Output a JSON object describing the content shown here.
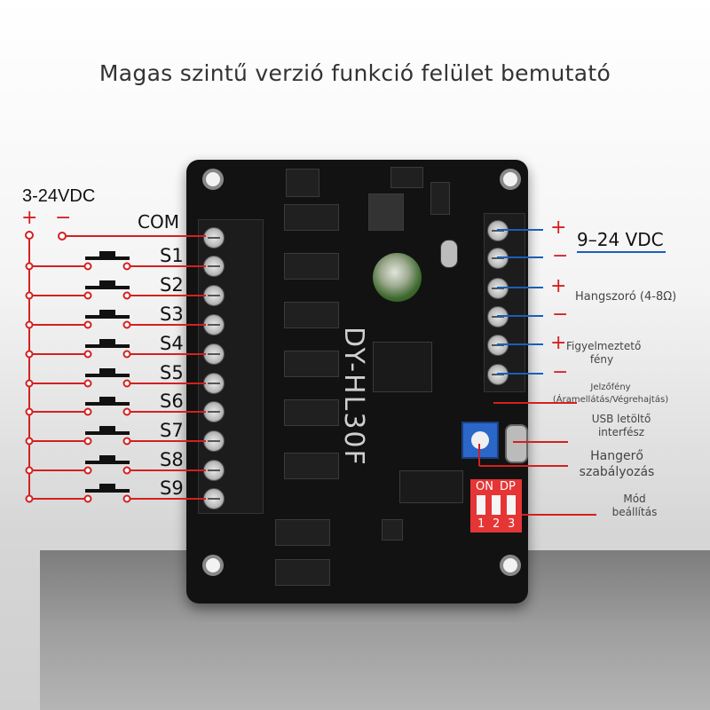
{
  "title": "Magas szintű verzió funkció felület bemutató",
  "board": {
    "model": "DY-HL30F"
  },
  "left_side": {
    "supply_label": "3-24VDC",
    "plus": "+",
    "minus": "−",
    "com_label": "COM",
    "switches": [
      "S1",
      "S2",
      "S3",
      "S4",
      "S5",
      "S6",
      "S7",
      "S8",
      "S9"
    ]
  },
  "right_side": {
    "power_label": "9–24 VDC",
    "speaker_label": "Hangszoró (4-8Ω)",
    "alarm_label": "Figyelmeztető fény",
    "indicator_label": "Jelzőfény (Áramellátás/Végrehajtás)",
    "usb_label": "USB letöltő interfész",
    "volume_label": "Hangerő szabályozás",
    "mode_label": "Mód beállítás",
    "plus": "+",
    "minus": "−"
  },
  "dip": {
    "on": "ON",
    "dp": "DP",
    "n1": "1",
    "n2": "2",
    "n3": "3"
  },
  "colors": {
    "wire_red": "#d42020",
    "wire_blue": "#1a5fb8",
    "board": "#121212",
    "dip": "#e53535"
  }
}
